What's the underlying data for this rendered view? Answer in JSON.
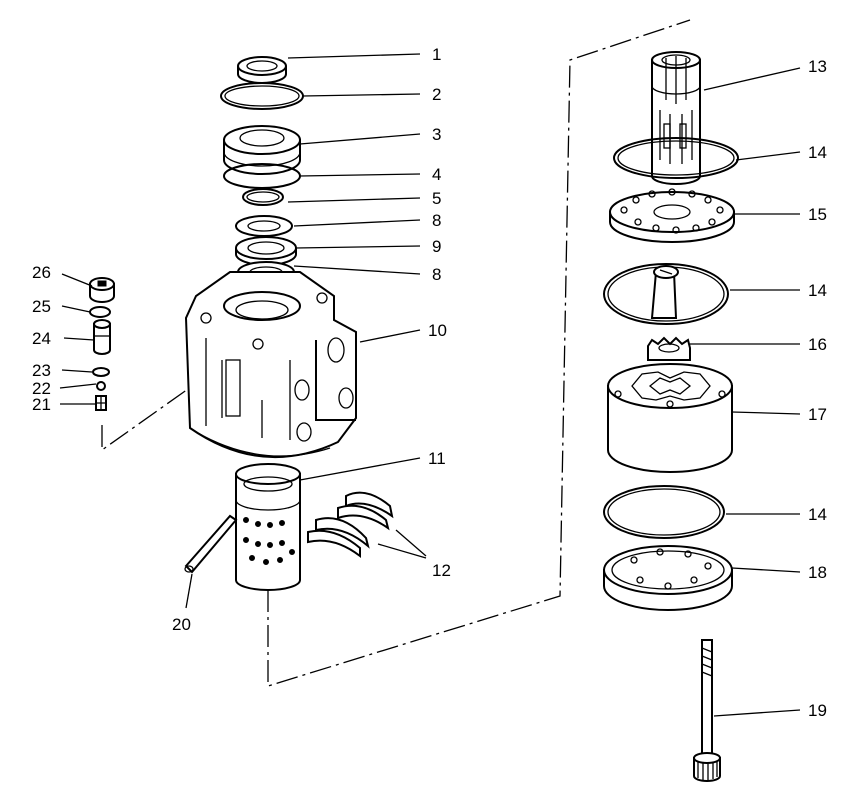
{
  "callouts": [
    {
      "id": "c1",
      "label": "1"
    },
    {
      "id": "c2",
      "label": "2"
    },
    {
      "id": "c3",
      "label": "3"
    },
    {
      "id": "c4",
      "label": "4"
    },
    {
      "id": "c5",
      "label": "5"
    },
    {
      "id": "c8a",
      "label": "8"
    },
    {
      "id": "c9",
      "label": "9"
    },
    {
      "id": "c8b",
      "label": "8"
    },
    {
      "id": "c10",
      "label": "10"
    },
    {
      "id": "c11",
      "label": "11"
    },
    {
      "id": "c12",
      "label": "12"
    },
    {
      "id": "c13",
      "label": "13"
    },
    {
      "id": "c14a",
      "label": "14"
    },
    {
      "id": "c15",
      "label": "15"
    },
    {
      "id": "c14b",
      "label": "14"
    },
    {
      "id": "c16",
      "label": "16"
    },
    {
      "id": "c17",
      "label": "17"
    },
    {
      "id": "c14c",
      "label": "14"
    },
    {
      "id": "c18",
      "label": "18"
    },
    {
      "id": "c19",
      "label": "19"
    },
    {
      "id": "c20",
      "label": "20"
    },
    {
      "id": "c21",
      "label": "21"
    },
    {
      "id": "c22",
      "label": "22"
    },
    {
      "id": "c23",
      "label": "23"
    },
    {
      "id": "c24",
      "label": "24"
    },
    {
      "id": "c25",
      "label": "25"
    },
    {
      "id": "c26",
      "label": "26"
    }
  ],
  "colors": {
    "ink": "#000000",
    "paper": "#ffffff"
  }
}
